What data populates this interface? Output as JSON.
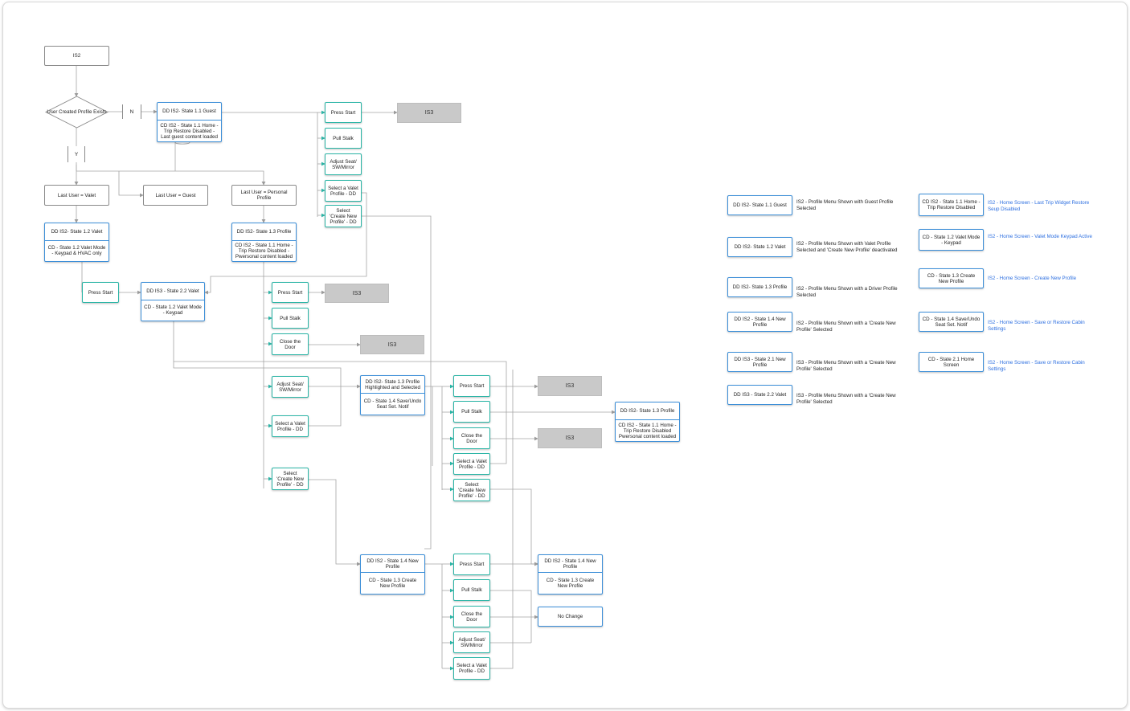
{
  "diagram": {
    "root": "IS2",
    "decision": "User Created Profile Exists",
    "branch_no": "N",
    "branch_yes": "Y",
    "guest_state": {
      "dd": "DD IS2- State 1.1 Guest",
      "cd": "CD IS2 - State 1.1 Home - Trip Restore Disabled - Last guest content loaded"
    },
    "last_user_valet": "Last User = Valet",
    "last_user_guest": "Last User = Guest",
    "last_user_personal": "Last User = Personal Profile",
    "valet_state": {
      "dd": "DD IS2- State 1.2 Valet",
      "cd": "CD - State 1.2 Valet Mode - Keypad & HVAC only"
    },
    "profile_state": {
      "dd": "DD IS2- State 1.3 Profile",
      "cd": "CD IS2 - State 1.1 Home - Trip Restore Disabled - Pwersonal content loaded"
    },
    "is3_valet_state": {
      "dd": "DD IS3 - State 2.2 Valet",
      "cd": "CD - State 1.2 Valet Mode - Keypad"
    },
    "highlighted_state": {
      "dd": "DD IS2- State 1.3 Profile Highlighted and Selected",
      "cd": "CD - State 1.4 Save/Undo Seat Set. Notif"
    },
    "new_profile_state_a": {
      "dd": "DD IS2 - State 1.4 New Profile",
      "cd": "CD - State 1.3 Create New Profile"
    },
    "new_profile_state_b": {
      "dd": "DD IS2 - State 1.4 New Profile",
      "cd": "CD - State 1.3 Create New Profile"
    },
    "profile_state_right": {
      "dd": "DD IS2- State 1.3 Profile",
      "cd": "CD IS2 - State 1.1 Home - Trip Restore Disabled Pwersonal content loaded"
    },
    "actions": {
      "press_start": "Press Start",
      "pull_stalk": "Pull Stalk",
      "adjust_seat": "Adjust Seat/ SW/Mirror",
      "select_valet": "Select a Valet Profile - DD",
      "select_new": "Select 'Create New Profile' - DD",
      "close_door": "Close the Door",
      "no_change": "No Change"
    },
    "is3": "IS3"
  },
  "legend": {
    "left": [
      {
        "box": "DD IS2- State 1.1 Guest",
        "desc": "IS2 - Profile Menu Shown with Guest Profile Selected"
      },
      {
        "box": "DD IS2- State 1.2 Valet",
        "desc": "IS2 - Profile Menu Shown with Valet Profile Selected and 'Create New Profile' deactivated"
      },
      {
        "box": "DD IS2- State 1.3 Profile",
        "desc": "IS2 - Profile Menu Shown with a Driver Profile Selected"
      },
      {
        "box": "DD IS2 - State 1.4 New Profile",
        "desc": "IS2 - Profile Menu Shown with a 'Create New Profile' Selected"
      },
      {
        "box": "DD IS3 - State 2.1 New Profile",
        "desc": "IS3 - Profile Menu Shown with a 'Create New Profile' Selected"
      },
      {
        "box": "DD IS3 - State 2.2 Valet",
        "desc": "IS3 - Profile Menu Shown with a 'Create New Profile' Selected"
      }
    ],
    "right": [
      {
        "box": "CD IS2 - State 1.1 Home - Trip Restore Disabled",
        "desc": "IS2 - Home Screen - Last Trip Widget Restore Seup Disabled"
      },
      {
        "box": "CD - State 1.2 Valet Mode - Keypad",
        "desc": "IS2 - Home Screen - Valet Mode Keypad Active"
      },
      {
        "box": "CD - State 1.3 Create New Profile",
        "desc": "IS2 - Home Screen - Create New Profile"
      },
      {
        "box": "CD - State 1.4 Save/Undo Seat Set. Notif",
        "desc": "IS2 - Home Screen - Save or Restore Cabin Settings"
      },
      {
        "box": "CD - State 2.1 Home Screen",
        "desc": "IS2 - Home Screen - Save or Restore Cabin Settings"
      }
    ]
  },
  "colors": {
    "line": "#9a9a9a",
    "teal": "#2bb5a6",
    "blue": "#3d8fd8",
    "gray": "#c9c9c9",
    "link": "#2d6fe0"
  }
}
